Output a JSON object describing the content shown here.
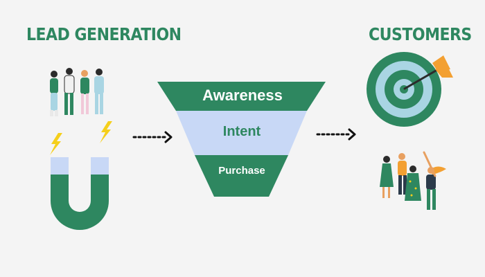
{
  "headings": {
    "left": "LEAD GENERATION",
    "right": "CUSTOMERS"
  },
  "funnel": {
    "stages": [
      "Awareness",
      "Intent",
      "Purchase"
    ]
  },
  "colors": {
    "green": "#2e8760",
    "light_blue": "#c8d8f6",
    "background": "#f4f4f4",
    "bolt": "#f5cf1b",
    "arrow": "#111111",
    "target_ring": "#a9d5e3",
    "dart_orange": "#f3a032"
  },
  "icons": [
    "people-group-icon",
    "lightning-bolt-icon",
    "magnet-icon",
    "target-icon",
    "dart-icon",
    "celebrating-people-icon"
  ]
}
